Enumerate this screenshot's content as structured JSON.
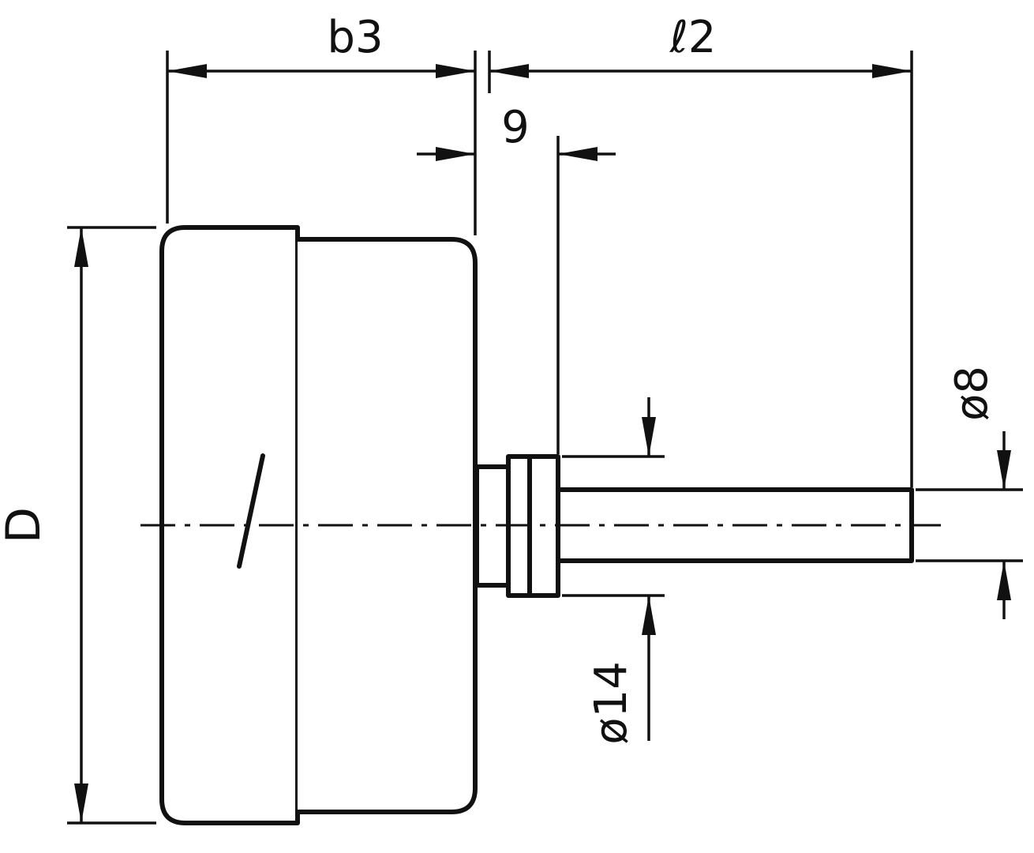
{
  "colors": {
    "ink": "#111111",
    "background": "#ffffff"
  },
  "labels": {
    "case_diameter": "D",
    "case_depth": "b3",
    "neck_length": "9",
    "stem_length": "ℓ2",
    "collar_diameter": "ø14",
    "stem_diameter": "ø8"
  }
}
